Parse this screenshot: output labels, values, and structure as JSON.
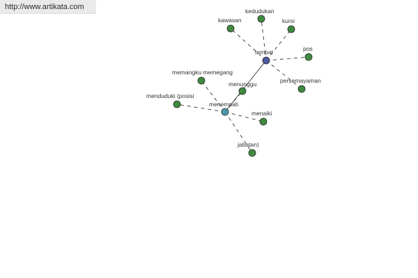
{
  "header": {
    "url": "http://www.artikata.com"
  },
  "colors": {
    "leaf_node": "#3f8a3f",
    "hub_node_tempat": "#4c5a9e",
    "hub_node_menempati": "#4a9aaa",
    "edge": "#333333",
    "background": "#ffffff"
  },
  "graph": {
    "nodes": [
      {
        "id": "tempat",
        "label": "tempat",
        "kind": "hub",
        "color_key": "hub_node_tempat"
      },
      {
        "id": "menempati",
        "label": "menempati",
        "kind": "hub",
        "color_key": "hub_node_menempati"
      },
      {
        "id": "kedudukan",
        "label": "kedudukan",
        "kind": "leaf"
      },
      {
        "id": "kawasan",
        "label": "kawasan",
        "kind": "leaf"
      },
      {
        "id": "kursi",
        "label": "kursi",
        "kind": "leaf"
      },
      {
        "id": "pos",
        "label": "pos",
        "kind": "leaf"
      },
      {
        "id": "persemayaman",
        "label": "persemayaman",
        "kind": "leaf"
      },
      {
        "id": "menunggu",
        "label": "menunggu",
        "kind": "leaf"
      },
      {
        "id": "memangku",
        "label": "memangku memegang",
        "kind": "leaf"
      },
      {
        "id": "menduduki",
        "label": "menduduki (posisi",
        "kind": "leaf"
      },
      {
        "id": "menaiki",
        "label": "menaiki",
        "kind": "leaf"
      },
      {
        "id": "jabatan",
        "label": "jabatan)",
        "kind": "leaf"
      }
    ],
    "edges": [
      {
        "from": "tempat",
        "to": "menempati",
        "style": "solid"
      },
      {
        "from": "tempat",
        "to": "kedudukan",
        "style": "dashed"
      },
      {
        "from": "tempat",
        "to": "kawasan",
        "style": "dashed"
      },
      {
        "from": "tempat",
        "to": "kursi",
        "style": "dashed"
      },
      {
        "from": "tempat",
        "to": "pos",
        "style": "dashed"
      },
      {
        "from": "tempat",
        "to": "persemayaman",
        "style": "dashed"
      },
      {
        "from": "menempati",
        "to": "menunggu",
        "style": "dashed"
      },
      {
        "from": "menempati",
        "to": "memangku",
        "style": "dashed"
      },
      {
        "from": "menempati",
        "to": "menduduki",
        "style": "dashed"
      },
      {
        "from": "menempati",
        "to": "menaiki",
        "style": "dashed"
      },
      {
        "from": "menempati",
        "to": "jabatan",
        "style": "dashed"
      }
    ]
  }
}
